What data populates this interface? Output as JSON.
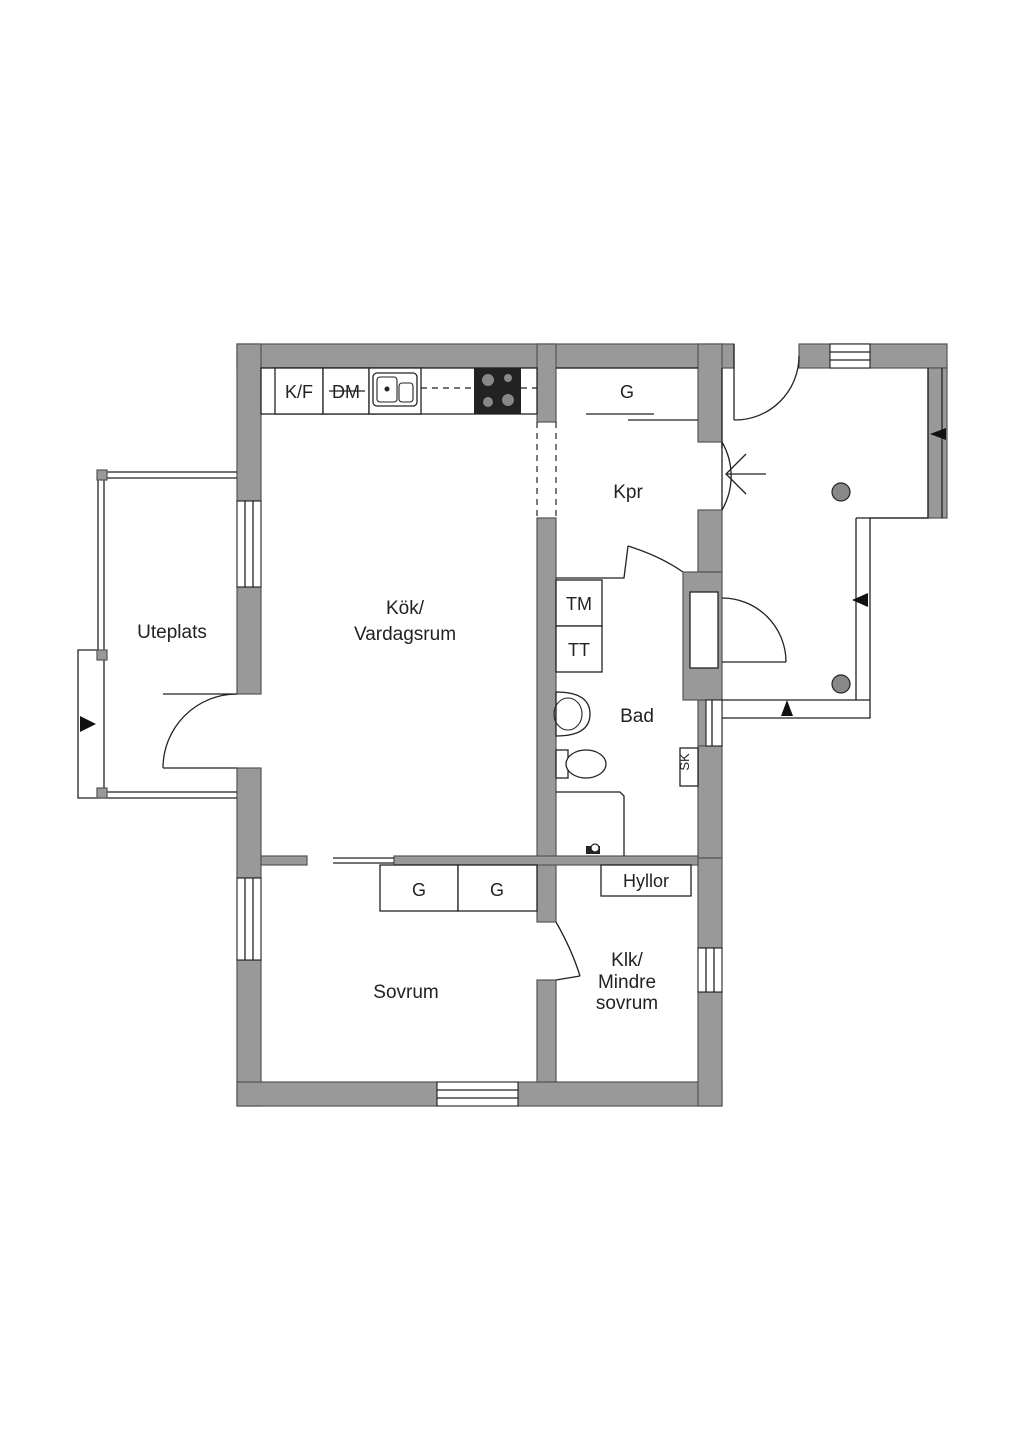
{
  "rooms": {
    "kok_vardagsrum": [
      "Kök/",
      "Vardagsrum"
    ],
    "uteplats": "Uteplats",
    "kpr": "Kpr",
    "bad": "Bad",
    "sovrum": "Sovrum",
    "klk": [
      "Klk/",
      "Mindre",
      "sovrum"
    ]
  },
  "fixtures": {
    "kf": "K/F",
    "dm": "DM",
    "g_kpr": "G",
    "tm": "TM",
    "tt": "TT",
    "sk": "SK",
    "hyllor": "Hyllor",
    "g_sovrum_1": "G",
    "g_sovrum_2": "G"
  },
  "colors": {
    "wall": "#999999",
    "line": "#222222",
    "background": "#ffffff"
  }
}
